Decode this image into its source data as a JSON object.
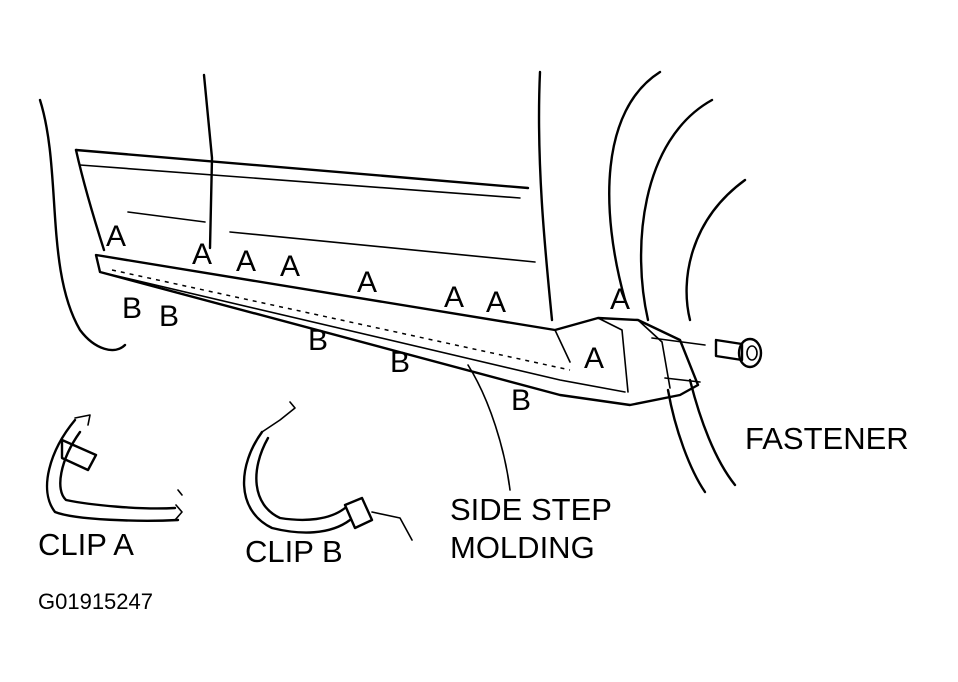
{
  "labels": {
    "clip_a": "CLIP A",
    "clip_b": "CLIP B",
    "molding_line1": "SIDE STEP",
    "molding_line2": "MOLDING",
    "fastener": "FASTENER",
    "figure_id": "G01915247"
  },
  "markers": {
    "a": [
      "A",
      "A",
      "A",
      "A",
      "A",
      "A",
      "A",
      "A",
      "A"
    ],
    "b": [
      "B",
      "B",
      "B",
      "B",
      "B"
    ]
  },
  "colors": {
    "ink": "#000000",
    "background": "#ffffff"
  }
}
